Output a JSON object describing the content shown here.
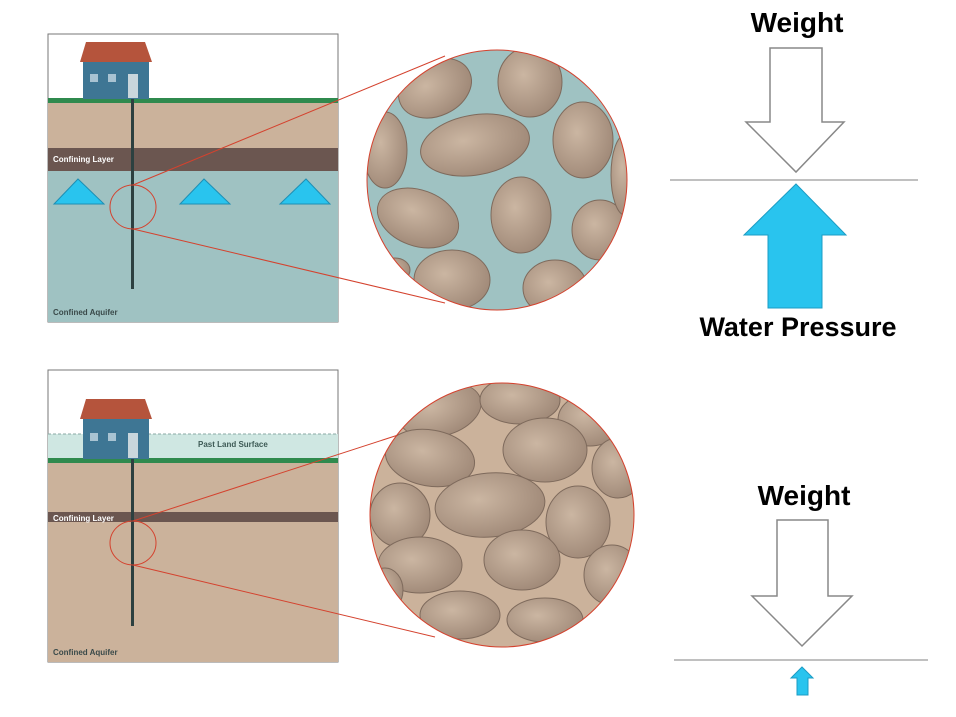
{
  "top_diagram": {
    "confining_layer_label": "Confining Layer",
    "aquifer_label": "Confined Aquifer"
  },
  "bottom_diagram": {
    "confining_layer_label": "Confining Layer",
    "aquifer_label": "Confined Aquifer",
    "past_surface_label": "Past Land Surface"
  },
  "top_forces": {
    "weight_label": "Weight",
    "pressure_label": "Water Pressure"
  },
  "bottom_forces": {
    "weight_label": "Weight"
  },
  "colors": {
    "sediment": "#cbb29b",
    "aquifer_water": "#9fc2c2",
    "confining_layer": "#6b5650",
    "grass": "#2f8a4e",
    "pressure_arrow": "#29c4ee",
    "past_fill": "#cfe7e2",
    "grain": "#b09a87",
    "house": "#3e7694",
    "roof": "#b5543c"
  }
}
